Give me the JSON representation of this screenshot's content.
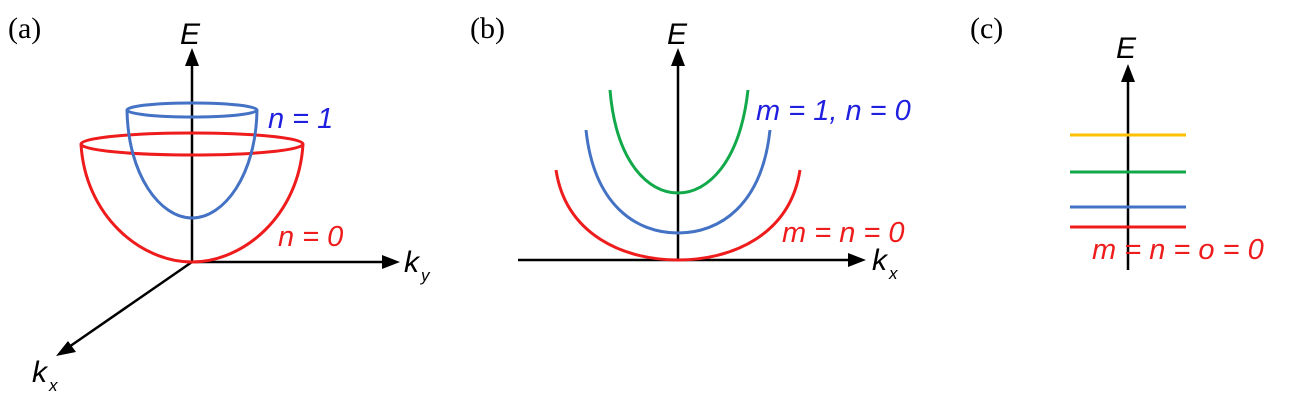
{
  "colors": {
    "red": "#ee1c1c",
    "blue": "#4472c4",
    "green": "#12a94b",
    "yellow": "#ffc000",
    "tag_blue": "#1f1fe0",
    "axis": "#000000"
  },
  "panel_a": {
    "label": "(a)",
    "axis_e": "E",
    "axis_ky": "k",
    "axis_ky_sub": "y",
    "axis_kx": "k",
    "axis_kx_sub": "x",
    "tag_n1": "n = 1",
    "tag_n0": "n = 0"
  },
  "panel_b": {
    "label": "(b)",
    "axis_e": "E",
    "axis_kx": "k",
    "axis_kx_sub": "x",
    "tag_upper": "m = 1, n = 0",
    "tag_lower": "m = n = 0"
  },
  "panel_c": {
    "label": "(c)",
    "axis_e": "E",
    "tag": "m = n = o = 0",
    "levels": [
      {
        "color": "yellow"
      },
      {
        "color": "green"
      },
      {
        "color": "blue"
      },
      {
        "color": "red"
      }
    ]
  }
}
